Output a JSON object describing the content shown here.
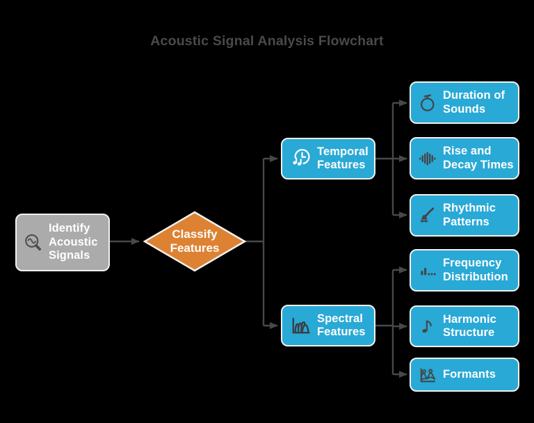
{
  "title": "Acoustic Signal Analysis Flowchart",
  "colors": {
    "background": "#000000",
    "node_blue": "#29a9d6",
    "node_gray": "#ababab",
    "diamond_orange": "#dd8233",
    "node_border": "#f3f1ee",
    "connector": "#484848",
    "title_text": "#4a4a4a",
    "node_text": "#ffffff",
    "icon_dark": "#43474a",
    "icon_light": "#ffffff"
  },
  "nodes": {
    "identify": {
      "label": "Identify Acoustic Signals",
      "icon": "search-wave-icon"
    },
    "classify": {
      "label": "Classify Features"
    },
    "temporal": {
      "label": "Temporal Features",
      "icon": "clock-notes-icon"
    },
    "spectral": {
      "label": "Spectral Features",
      "icon": "spectrum-chart-icon"
    },
    "duration": {
      "label": "Duration of Sounds",
      "icon": "stopwatch-icon"
    },
    "rise_decay": {
      "label": "Rise and Decay Times",
      "icon": "waveform-icon"
    },
    "rhythmic": {
      "label": "Rhythmic Patterns",
      "icon": "metronome-icon"
    },
    "frequency": {
      "label": "Frequency Distribution",
      "icon": "bar-dots-icon"
    },
    "harmonic": {
      "label": "Harmonic Structure",
      "icon": "music-note-icon"
    },
    "formants": {
      "label": "Formants",
      "icon": "formant-curves-icon"
    }
  },
  "edges": [
    {
      "from": "identify",
      "to": "classify"
    },
    {
      "from": "classify",
      "to": "temporal"
    },
    {
      "from": "classify",
      "to": "spectral"
    },
    {
      "from": "temporal",
      "to": "duration"
    },
    {
      "from": "temporal",
      "to": "rise_decay"
    },
    {
      "from": "temporal",
      "to": "rhythmic"
    },
    {
      "from": "spectral",
      "to": "frequency"
    },
    {
      "from": "spectral",
      "to": "harmonic"
    },
    {
      "from": "spectral",
      "to": "formants"
    }
  ]
}
